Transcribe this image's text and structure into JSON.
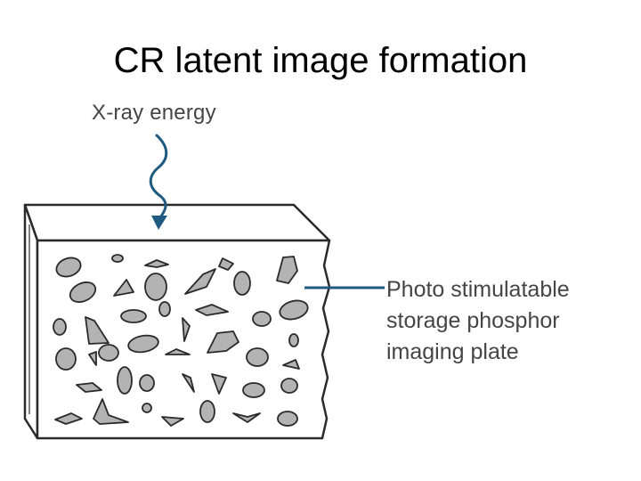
{
  "title": "CR latent image formation",
  "labels": {
    "xray_energy": "X-ray energy",
    "plate_lines": [
      "Photo stimulatable",
      "storage phosphor",
      "imaging plate"
    ]
  },
  "colors": {
    "arrow": "#1f5a80",
    "outline": "#2a2a2a",
    "grain": "#b3b3b3",
    "label_text": "#454545"
  }
}
